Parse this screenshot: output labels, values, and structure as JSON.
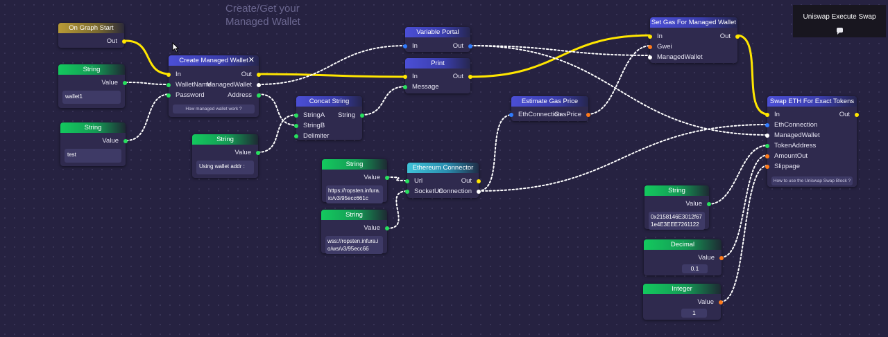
{
  "group_title": {
    "line1": "Create/Get your",
    "line2": "Managed Wallet"
  },
  "panel": {
    "title": "Uniswap Execute Swap",
    "icon": "chat-icon"
  },
  "nodes": {
    "on_graph_start": {
      "title": "On Graph Start",
      "out": "Out"
    },
    "string_wallet": {
      "title": "String",
      "value_label": "Value",
      "value": "wallet1"
    },
    "string_test": {
      "title": "String",
      "value_label": "Value",
      "value": "test"
    },
    "create_wallet": {
      "title": "Create Managed Wallet",
      "close": "✕",
      "in": "In",
      "out": "Out",
      "wallet_name": "WalletName",
      "managed_wallet": "ManagedWallet",
      "password": "Password",
      "address": "Address",
      "help": "How managed wallet work ?"
    },
    "string_using": {
      "title": "String",
      "value_label": "Value",
      "value": "Using wallet addr :"
    },
    "concat": {
      "title": "Concat String",
      "string_a": "StringA",
      "string_out": "String",
      "string_b": "StringB",
      "delimiter": "Delimiter"
    },
    "variable_portal": {
      "title": "Variable Portal",
      "in": "In",
      "out": "Out"
    },
    "print": {
      "title": "Print",
      "in": "In",
      "out": "Out",
      "message": "Message"
    },
    "string_url": {
      "title": "String",
      "value_label": "Value",
      "value": "https://ropsten.infura.io/v3/95ecc661c"
    },
    "string_ws": {
      "title": "String",
      "value_label": "Value",
      "value": "wss://ropsten.infura.io/ws/v3/95ecc66"
    },
    "eth_connector": {
      "title": "Ethereum Connector",
      "url": "Url",
      "out": "Out",
      "socket_uri": "SocketUri",
      "connection": "Connection"
    },
    "estimate_gas": {
      "title": "Estimate Gas Price",
      "eth_connection": "EthConnection",
      "gas_price": "GasPrice"
    },
    "set_gas": {
      "title": "Set Gas For Managed Wallet",
      "in": "In",
      "out": "Out",
      "gwei": "Gwei",
      "managed_wallet": "ManagedWallet"
    },
    "swap": {
      "title": "Swap ETH For Exact Tokens",
      "in": "In",
      "out": "Out",
      "eth_connection": "EthConnection",
      "managed_wallet": "ManagedWallet",
      "token_address": "TokenAddress",
      "amount_out": "AmountOut",
      "slippage": "Slippage",
      "help": "How to use the Uniswap Swap Block ?"
    },
    "string_token": {
      "title": "String",
      "value_label": "Value",
      "value": "0x2158146E3012f671e4E3EEE7261122"
    },
    "decimal": {
      "title": "Decimal",
      "value_label": "Value",
      "value": "0.1"
    },
    "integer": {
      "title": "Integer",
      "value_label": "Value",
      "value": "1"
    }
  },
  "colors": {
    "exec_wire": "#ffe600",
    "data_wire": "#ffffff",
    "canvas": "#262241",
    "node": "#2f2a4e"
  }
}
